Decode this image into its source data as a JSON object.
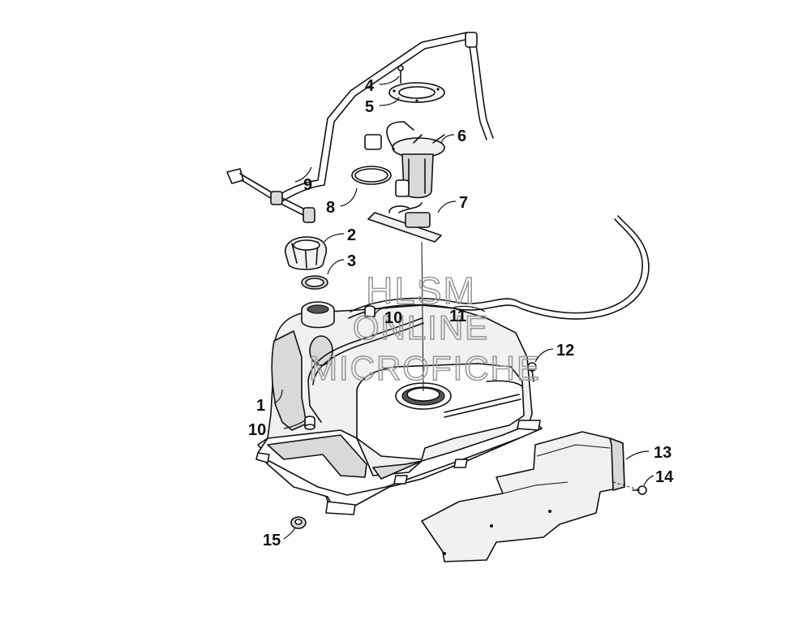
{
  "diagram": {
    "watermark": {
      "line1": "HLSM",
      "line2": "ONLINE",
      "line3": "MICROFICHE"
    },
    "callouts": [
      {
        "id": "1",
        "label": "1"
      },
      {
        "id": "2",
        "label": "2"
      },
      {
        "id": "3",
        "label": "3"
      },
      {
        "id": "4",
        "label": "4"
      },
      {
        "id": "5",
        "label": "5"
      },
      {
        "id": "6",
        "label": "6"
      },
      {
        "id": "7",
        "label": "7"
      },
      {
        "id": "8",
        "label": "8"
      },
      {
        "id": "9",
        "label": "9"
      },
      {
        "id": "10a",
        "label": "10"
      },
      {
        "id": "10b",
        "label": "10"
      },
      {
        "id": "11",
        "label": "11"
      },
      {
        "id": "12",
        "label": "12"
      },
      {
        "id": "13",
        "label": "13"
      },
      {
        "id": "14",
        "label": "14"
      },
      {
        "id": "15",
        "label": "15"
      }
    ]
  }
}
